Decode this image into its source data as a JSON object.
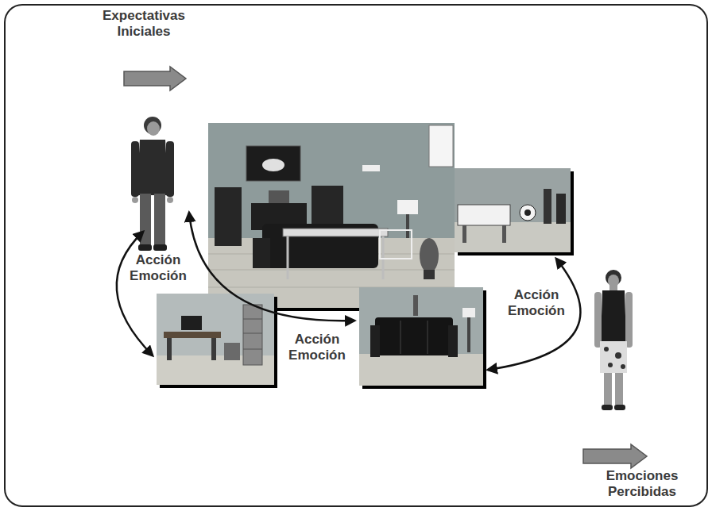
{
  "diagram": {
    "labels": [
      "Expectativas Iniciales",
      "Acción Emoción",
      "Acción Emoción",
      "Acción Emoción",
      "Emociones Percibidas"
    ]
  }
}
